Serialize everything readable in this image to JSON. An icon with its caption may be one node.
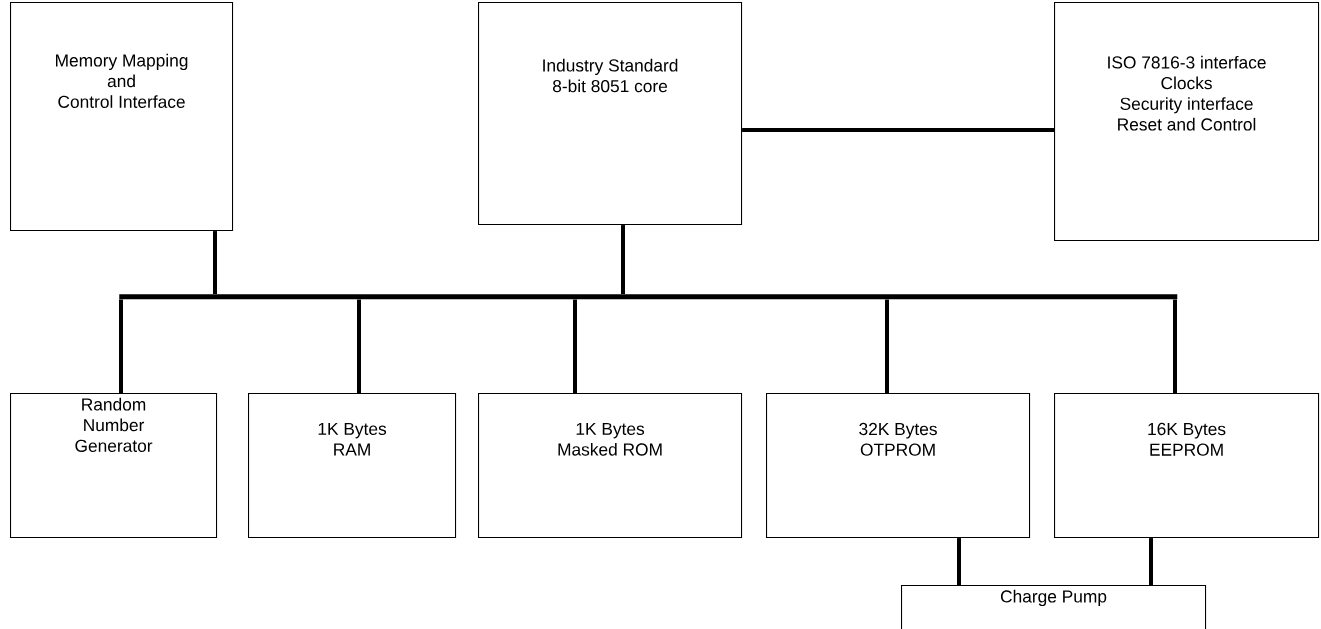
{
  "diagram": {
    "nodes": [
      {
        "text": [
          "Memory Mapping",
          "and",
          "Control Interface"
        ]
      },
      {
        "text": [
          "Industry Standard",
          "8-bit 8051 core"
        ]
      },
      {
        "text": [
          "ISO 7816-3 interface",
          "Clocks",
          "Security interface",
          "Reset and Control"
        ]
      },
      {
        "text": [],
        "shape": "bar"
      },
      {
        "text": [
          "Random Number Generator"
        ]
      },
      {
        "text": [
          "1K Bytes",
          "RAM"
        ]
      },
      {
        "text": [
          "1K Bytes",
          "Masked ROM"
        ]
      },
      {
        "text": [
          "32K Bytes",
          "OTPROM"
        ]
      },
      {
        "text": [
          "16K Bytes",
          "EEPROM"
        ]
      },
      {
        "text": [
          "Charge Pump"
        ]
      }
    ],
    "edges": [
      {
        "from": 0,
        "to": 3,
        "arrow": "none"
      },
      {
        "from": 1,
        "to": 3,
        "arrow": "none"
      },
      {
        "from": 1,
        "to": 2,
        "arrow": "none"
      },
      {
        "from": 3,
        "to": 4,
        "arrow": "none"
      },
      {
        "from": 3,
        "to": 5,
        "arrow": "none"
      },
      {
        "from": 3,
        "to": 6,
        "arrow": "none"
      },
      {
        "from": 3,
        "to": 7,
        "arrow": "none"
      },
      {
        "from": 3,
        "to": 8,
        "arrow": "none"
      },
      {
        "from": 7,
        "to": 9,
        "arrow": "none"
      },
      {
        "from": 8,
        "to": 9,
        "arrow": "none"
      }
    ]
  }
}
